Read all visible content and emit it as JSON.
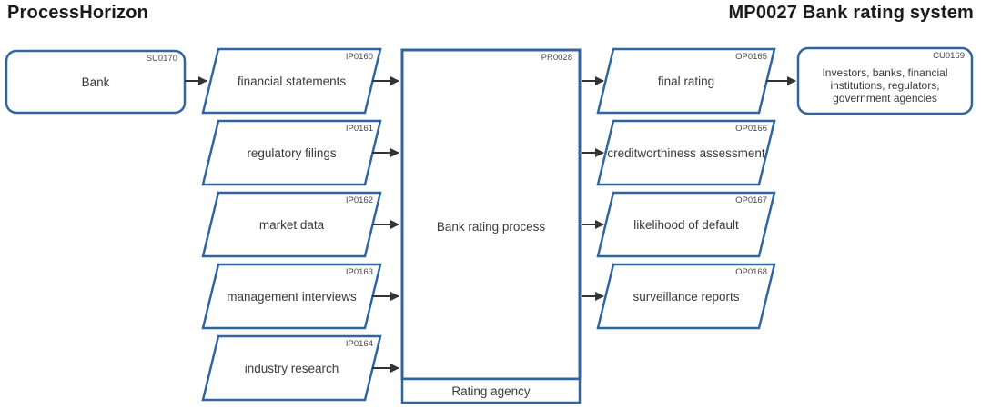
{
  "header": {
    "brand": "ProcessHorizon",
    "title": "MP0027 Bank rating system"
  },
  "colors": {
    "shape_border": "#30659f",
    "arrow": "#333333",
    "label_text": "#3a3a3a",
    "title_text": "#1a1a1a"
  },
  "supplier": {
    "tag": "SU0170",
    "label": "Bank"
  },
  "inputs": [
    {
      "tag": "IP0160",
      "label": "financial statements"
    },
    {
      "tag": "IP0161",
      "label": "regulatory filings"
    },
    {
      "tag": "IP0162",
      "label": "market data"
    },
    {
      "tag": "IP0163",
      "label": "management interviews"
    },
    {
      "tag": "IP0164",
      "label": "industry research"
    }
  ],
  "process": {
    "tag": "PR0028",
    "label": "Bank rating process",
    "owner": "Rating agency"
  },
  "outputs": [
    {
      "tag": "OP0165",
      "label": "final rating"
    },
    {
      "tag": "OP0166",
      "label": "creditworthiness assessment"
    },
    {
      "tag": "OP0167",
      "label": "likelihood of default"
    },
    {
      "tag": "OP0168",
      "label": "surveillance reports"
    }
  ],
  "customer": {
    "tag": "CU0169",
    "lines": [
      "Investors, banks, financial",
      "institutions, regulators,",
      "government agencies"
    ]
  }
}
